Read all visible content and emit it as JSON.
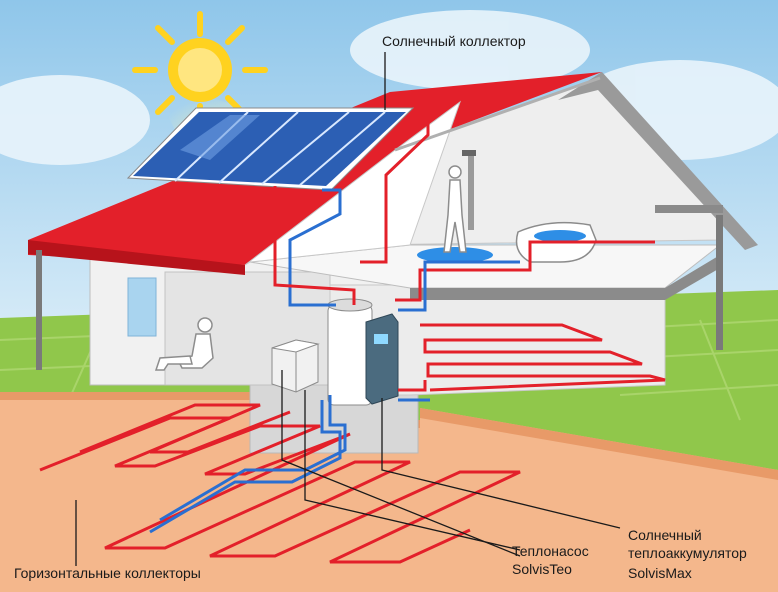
{
  "labels": {
    "solar_collector": "Солнечный коллектор",
    "horizontal_collectors": "Горизонтальные коллекторы",
    "heat_pump_line1": "Теплонасос",
    "heat_pump_line2": "SolvisTeo",
    "storage_line1": "Солнечный",
    "storage_line2": "теплоаккумулятор",
    "storage_line3": "SolvisMax"
  },
  "colors": {
    "sky": "#a9d4ef",
    "grass": "#8fc74a",
    "soil": "#f3b58a",
    "roof": "#e3202a",
    "wall": "#f4f4f4",
    "pipe_hot": "#e3202a",
    "pipe_cold": "#2a6fd1",
    "sun": "#ffd21f",
    "panel": "#2c5fb4"
  },
  "icons": {
    "sun": "sun-icon",
    "person_sitting": "sitting-person-icon",
    "person_showering": "showering-person-icon",
    "bathtub": "bathtub-icon"
  }
}
